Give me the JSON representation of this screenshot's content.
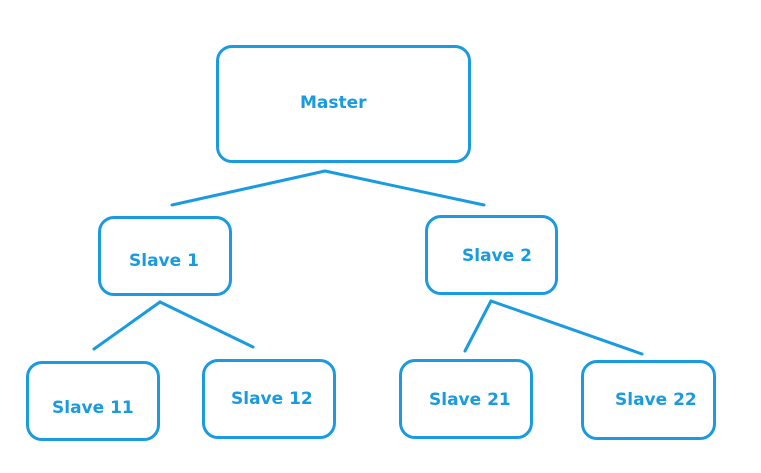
{
  "diagram": {
    "line_color": "#1a9be0",
    "nodes": {
      "master": {
        "label": "Master"
      },
      "slave_1": {
        "label": "Slave 1"
      },
      "slave_2": {
        "label": "Slave 2"
      },
      "slave_11": {
        "label": "Slave 11"
      },
      "slave_12": {
        "label": "Slave 12"
      },
      "slave_21": {
        "label": "Slave 21"
      },
      "slave_22": {
        "label": "Slave 22"
      }
    },
    "edges": [
      {
        "from": "Master",
        "to": "Slave 1"
      },
      {
        "from": "Master",
        "to": "Slave 2"
      },
      {
        "from": "Slave 1",
        "to": "Slave 11"
      },
      {
        "from": "Slave 1",
        "to": "Slave 12"
      },
      {
        "from": "Slave 2",
        "to": "Slave 21"
      },
      {
        "from": "Slave 2",
        "to": "Slave 22"
      }
    ]
  }
}
